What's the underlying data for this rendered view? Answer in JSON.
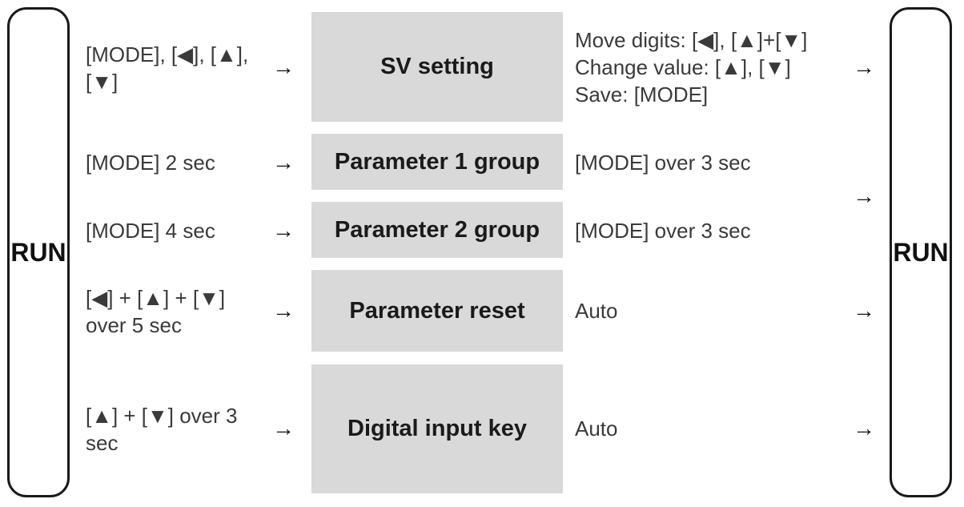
{
  "run_left_label": "RUN",
  "run_right_label": "RUN",
  "arrow_glyph": "→",
  "rows": [
    {
      "trigger": [
        "[MODE], [◀], [▲],",
        "[▼]"
      ],
      "stage": "SV setting",
      "action": [
        "Move digits: [◀], [▲]+[▼]",
        "Change value: [▲], [▼]",
        "Save: [MODE]"
      ]
    },
    {
      "trigger": [
        "[MODE] 2 sec"
      ],
      "stage": "Parameter 1 group",
      "action": [
        "[MODE] over 3 sec"
      ]
    },
    {
      "trigger": [
        "[MODE] 4 sec"
      ],
      "stage": "Parameter 2 group",
      "action": [
        "[MODE] over 3 sec"
      ]
    },
    {
      "trigger": [
        "[◀] + [▲] + [▼]",
        "over 5 sec"
      ],
      "stage": "Parameter reset",
      "action": [
        "Auto"
      ]
    },
    {
      "trigger": [
        "[▲] + [▼] over 3",
        "sec"
      ],
      "stage": "Digital input key",
      "action": [
        "Auto"
      ]
    }
  ]
}
